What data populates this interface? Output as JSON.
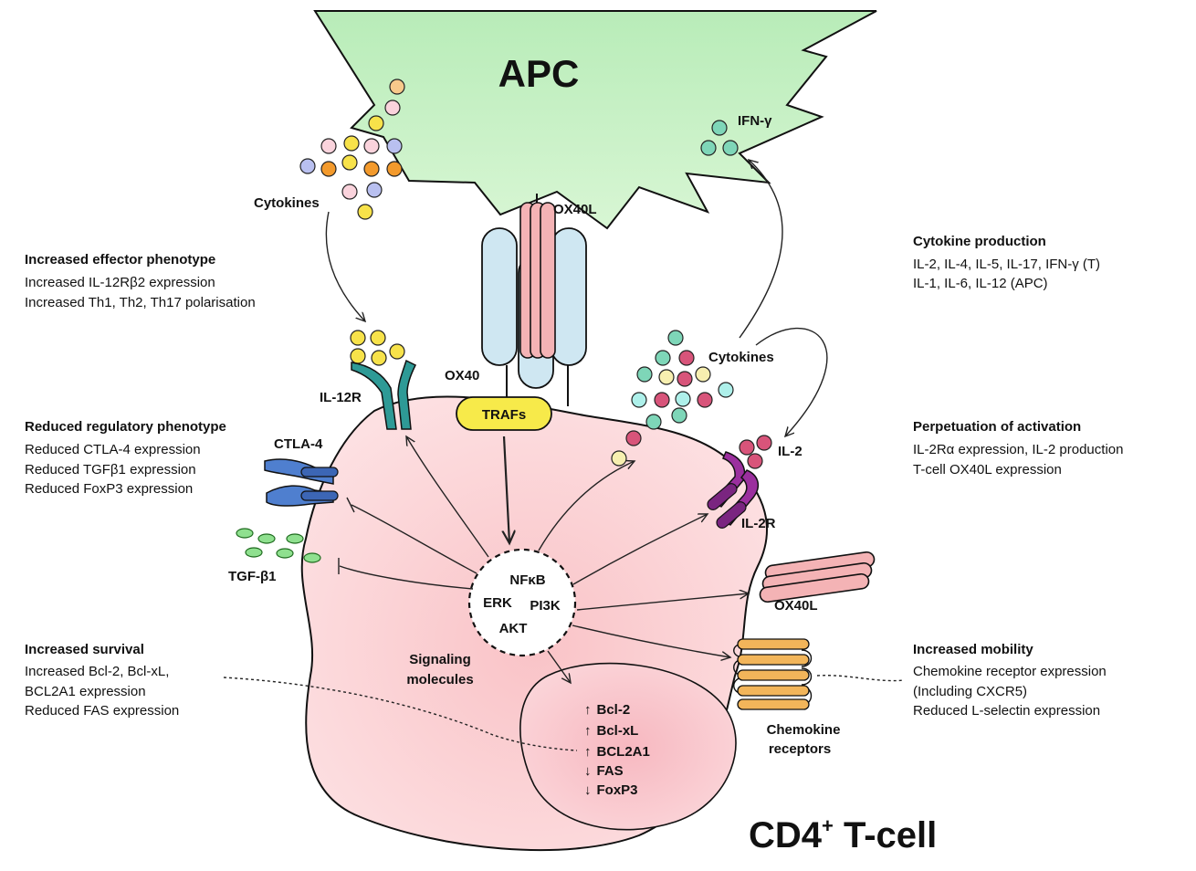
{
  "cells": {
    "apc_label": "APC",
    "tcell_label_main": "CD4",
    "tcell_label_sup": "+",
    "tcell_label_rest": " T-cell"
  },
  "labels": {
    "cytokines_left": "Cytokines",
    "cytokines_right": "Cytokines",
    "ifn_gamma": "IFN-γ",
    "ox40l_top": "OX40L",
    "ox40": "OX40",
    "trafs": "TRAFs",
    "il12r": "IL-12R",
    "ctla4": "CTLA-4",
    "tgfb1": "TGF-β1",
    "il2": "IL-2",
    "il2r": "IL-2R",
    "ox40l_right": "OX40L",
    "chemokine_receptors_1": "Chemokine",
    "chemokine_receptors_2": "receptors",
    "signaling_1": "Signaling",
    "signaling_2": "molecules"
  },
  "signaling_hub": [
    "NFκB",
    "ERK",
    "PI3K",
    "AKT"
  ],
  "nucleus_genes": [
    {
      "arrow": "↑",
      "gene": "Bcl-2"
    },
    {
      "arrow": "↑",
      "gene": "Bcl-xL"
    },
    {
      "arrow": "↑",
      "gene": "BCL2A1"
    },
    {
      "arrow": "↓",
      "gene": "FAS"
    },
    {
      "arrow": "↓",
      "gene": "FoxP3"
    }
  ],
  "panels": {
    "effector": {
      "title": "Increased effector phenotype",
      "lines": [
        "Increased IL-12Rβ2 expression",
        "Increased Th1, Th2, Th17 polarisation"
      ]
    },
    "regulatory": {
      "title": "Reduced regulatory phenotype",
      "lines": [
        "Reduced CTLA-4 expression",
        "Reduced TGFβ1 expression",
        "Reduced FoxP3 expression"
      ]
    },
    "survival": {
      "title": "Increased survival",
      "lines": [
        "Increased Bcl-2, Bcl-xL,",
        "BCL2A1 expression",
        "Reduced FAS expression"
      ]
    },
    "cytokine_production": {
      "title": "Cytokine production",
      "lines": [
        "IL-2, IL-4, IL-5, IL-17, IFN-γ (T)",
        "IL-1, IL-6, IL-12 (APC)"
      ]
    },
    "activation": {
      "title": "Perpetuation of activation",
      "lines": [
        "IL-2Rα expression, IL-2 production",
        "T-cell OX40L expression"
      ]
    },
    "mobility": {
      "title": "Increased mobility",
      "lines": [
        "Chemokine receptor expression",
        "(Including CXCR5)",
        "Reduced L-selectin expression"
      ]
    }
  },
  "colors": {
    "apc_fill": "#c8f0c8",
    "tcell_fill": "#fbd3d6",
    "ox40_fill": "#cfe7f2",
    "ox40l_fill": "#f4b3b5",
    "trafs_fill": "#f7ea4a",
    "il12r_fill": "#2e9a96",
    "ctla4_fill": "#4f7fcf",
    "il2r_fill": "#9b2f9e",
    "chemokine_fill": "#f2b55a",
    "tgfb_fill": "#8fe08f"
  }
}
